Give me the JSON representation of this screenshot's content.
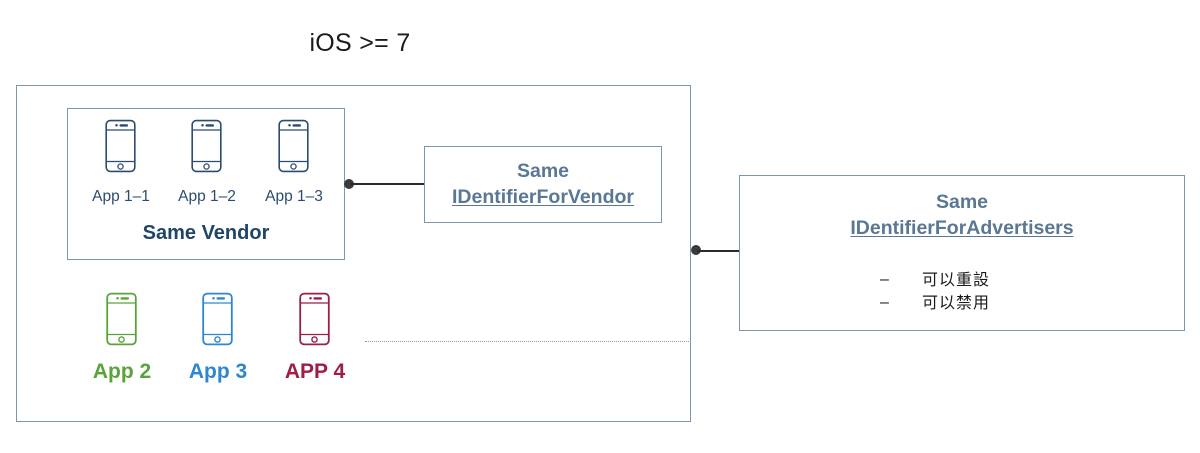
{
  "title": "iOS >= 7",
  "outer_container": {
    "name": "device-container"
  },
  "vendor_group": {
    "caption": "Same Vendor",
    "apps": [
      {
        "label": "App 1–1",
        "color": "#2b4c6f",
        "icon": "phone-icon"
      },
      {
        "label": "App 1–2",
        "color": "#2b4c6f",
        "icon": "phone-icon"
      },
      {
        "label": "App 1–3",
        "color": "#2b4c6f",
        "icon": "phone-icon"
      }
    ]
  },
  "other_apps": [
    {
      "label": "App 2",
      "color": "#5aa33c",
      "icon": "phone-icon"
    },
    {
      "label": "App 3",
      "color": "#2e86d0",
      "icon": "phone-icon"
    },
    {
      "label": "APP 4",
      "color": "#9c1f45",
      "icon": "phone-icon"
    }
  ],
  "idfv_box": {
    "line1": "Same",
    "line2": "IDentifierForVendor"
  },
  "idfa_box": {
    "line1": "Same",
    "line2": "IDentifierForAdvertisers",
    "bullets": [
      {
        "dash": "–",
        "text": "可以重設"
      },
      {
        "dash": "–",
        "text": "可以禁用"
      }
    ]
  },
  "colors": {
    "box_border": "#7b97ad",
    "id_text": "#5a7793",
    "vendor_text": "#1f4667",
    "app_label": "#2b4c6f",
    "connector": "#2b2b2b",
    "dotted_divider": "#8a9aa8"
  }
}
